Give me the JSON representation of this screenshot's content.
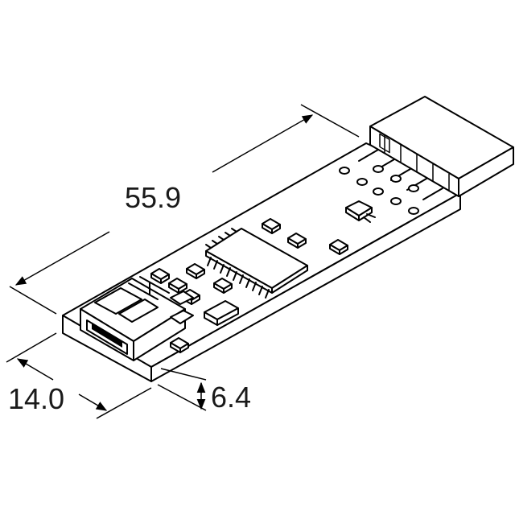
{
  "dimensions": {
    "length": "55.9",
    "width": "14.0",
    "height": "6.4"
  },
  "colors": {
    "stroke": "#000000",
    "background": "#ffffff",
    "text": "#1a1a1a"
  }
}
